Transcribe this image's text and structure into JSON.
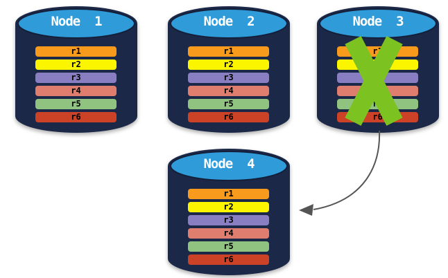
{
  "diagram": {
    "background": "#FFFFFF",
    "colors": {
      "cylinder_body": "#1C2847",
      "cylinder_edge": "#141F3A",
      "cylinder_top": "#2F9BD8",
      "title_text": "#FFFFFF",
      "row_text": "#000000",
      "x_mark": "#7CC221",
      "arrow": "#555555"
    },
    "nodes": [
      {
        "title": "Node  1",
        "crossed_out": false,
        "rows": [
          {
            "label": "r1",
            "color": "#F89A1B"
          },
          {
            "label": "r2",
            "color": "#FBF500"
          },
          {
            "label": "r3",
            "color": "#8A7EC2"
          },
          {
            "label": "r4",
            "color": "#DF7E6E"
          },
          {
            "label": "r5",
            "color": "#8FC37F"
          },
          {
            "label": "r6",
            "color": "#CB4227"
          }
        ]
      },
      {
        "title": "Node  2",
        "crossed_out": false,
        "rows": [
          {
            "label": "r1",
            "color": "#F89A1B"
          },
          {
            "label": "r2",
            "color": "#FBF500"
          },
          {
            "label": "r3",
            "color": "#8A7EC2"
          },
          {
            "label": "r4",
            "color": "#DF7E6E"
          },
          {
            "label": "r5",
            "color": "#8FC37F"
          },
          {
            "label": "r6",
            "color": "#CB4227"
          }
        ]
      },
      {
        "title": "Node  3",
        "crossed_out": true,
        "rows": [
          {
            "label": "r1",
            "color": "#F89A1B"
          },
          {
            "label": "r2",
            "color": "#FBF500"
          },
          {
            "label": "r3",
            "color": "#8A7EC2"
          },
          {
            "label": "r4",
            "color": "#DF7E6E"
          },
          {
            "label": "r5",
            "color": "#8FC37F"
          },
          {
            "label": "r6",
            "color": "#CB4227"
          }
        ]
      },
      {
        "title": "Node  4",
        "crossed_out": false,
        "rows": [
          {
            "label": "r1",
            "color": "#F89A1B"
          },
          {
            "label": "r2",
            "color": "#FBF500"
          },
          {
            "label": "r3",
            "color": "#8A7EC2"
          },
          {
            "label": "r4",
            "color": "#DF7E6E"
          },
          {
            "label": "r5",
            "color": "#8FC37F"
          },
          {
            "label": "r6",
            "color": "#CB4227"
          }
        ]
      }
    ]
  }
}
